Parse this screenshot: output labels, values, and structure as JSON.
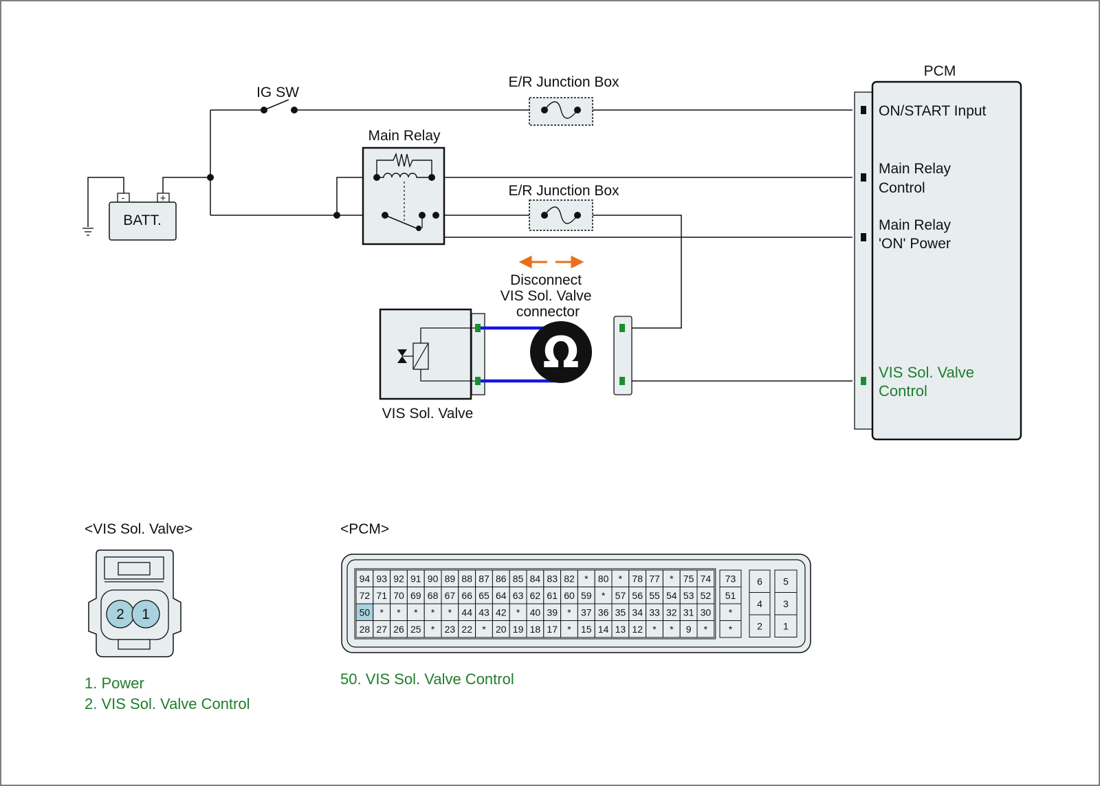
{
  "labels": {
    "ig_sw": "IG SW",
    "jb_top": "E/R Junction Box",
    "jb_mid": "E/R Junction Box",
    "main_relay": "Main Relay",
    "batt": "BATT.",
    "batt_neg": "-",
    "batt_pos": "+",
    "pcm": "PCM",
    "disconnect": [
      "Disconnect",
      "VIS Sol. Valve",
      "connector"
    ],
    "ohm": "Ω",
    "vis_valve": "VIS Sol. Valve"
  },
  "pcm_inputs": {
    "on_start": [
      "ON/START Input"
    ],
    "relay_control": [
      "Main Relay",
      "Control"
    ],
    "relay_on_power": [
      "Main Relay",
      "'ON' Power"
    ],
    "vis_control": [
      "VIS Sol. Valve",
      "Control"
    ]
  },
  "vis_connector": {
    "title": "<VIS Sol. Valve>",
    "pins": [
      "2",
      "1"
    ],
    "legend": [
      "1. Power",
      "2. VIS Sol. Valve Control"
    ]
  },
  "pcm_connector": {
    "title": "<PCM>",
    "main_rows": [
      [
        "94",
        "93",
        "92",
        "91",
        "90",
        "89",
        "88",
        "87",
        "86",
        "85",
        "84",
        "83",
        "82",
        "*",
        "80",
        "*",
        "78",
        "77",
        "*",
        "75",
        "74"
      ],
      [
        "72",
        "71",
        "70",
        "69",
        "68",
        "67",
        "66",
        "65",
        "64",
        "63",
        "62",
        "61",
        "60",
        "59",
        "*",
        "57",
        "56",
        "55",
        "54",
        "53",
        "52"
      ],
      [
        "50",
        "*",
        "*",
        "*",
        "*",
        "*",
        "44",
        "43",
        "42",
        "*",
        "40",
        "39",
        "*",
        "37",
        "36",
        "35",
        "34",
        "33",
        "32",
        "31",
        "30"
      ],
      [
        "28",
        "27",
        "26",
        "25",
        "*",
        "23",
        "22",
        "*",
        "20",
        "19",
        "18",
        "17",
        "*",
        "15",
        "14",
        "13",
        "12",
        "*",
        "*",
        "9",
        "*"
      ]
    ],
    "mid_column": [
      "73",
      "51",
      "*",
      "*"
    ],
    "right_left_column": [
      "6",
      "4",
      "2"
    ],
    "right_right_column": [
      "5",
      "3",
      "1"
    ],
    "highlight_pin": "50",
    "legend": "50. VIS Sol. Valve Control"
  },
  "colors": {
    "green": "#1f7d2c",
    "orange": "#e8701a",
    "blue": "#1414e6",
    "box_fill": "#e8eef0",
    "pin_highlight": "#a8d3de",
    "terminal_green": "#1a8f2e"
  }
}
